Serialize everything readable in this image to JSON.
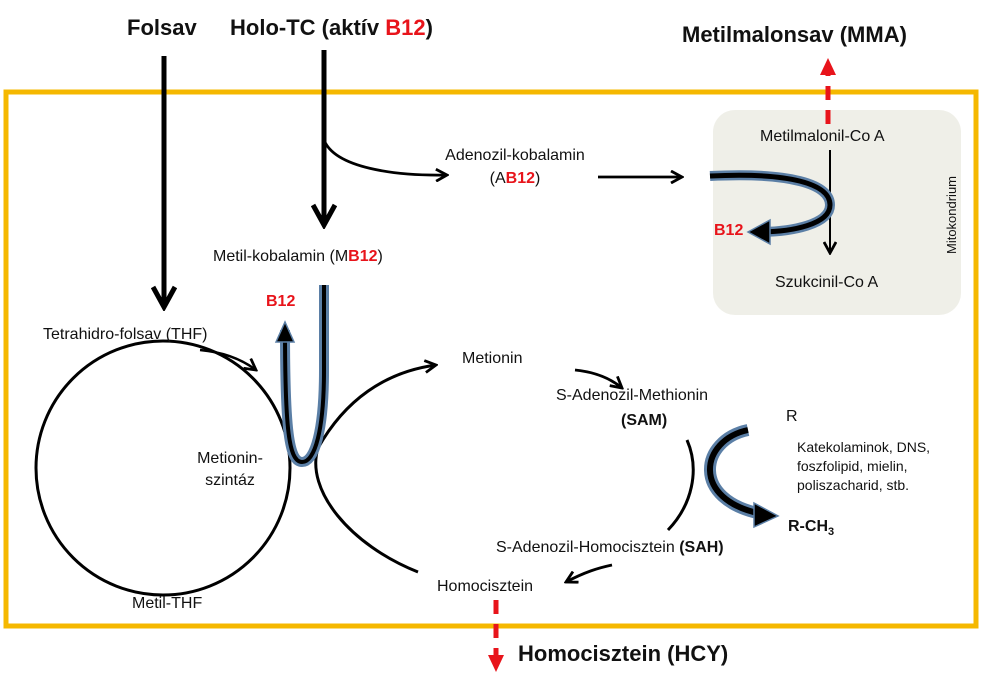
{
  "inputs": {
    "folsav": "Folsav",
    "holotc_prefix": "Holo-TC (aktív ",
    "holotc_b12": "B12",
    "holotc_suffix": ")"
  },
  "outputs": {
    "mma": "Metilmalonsav (MMA)",
    "hcy": "Homocisztein (HCY)"
  },
  "adenozil": {
    "line1": "Adenozil-kobalamin",
    "line2_prefix": "(A",
    "line2_b12": "B12",
    "line2_suffix": ")"
  },
  "metil_kobalamin": {
    "prefix": "Metil-kobalamin  (M",
    "b12": "B12",
    "suffix": ")"
  },
  "mitochondrion": {
    "label": "Mitokondrium",
    "metilmalonil": "Metilmalonil-Co A",
    "szukcinil": "Szukcinil-Co A",
    "b12": "B12"
  },
  "folate_cycle": {
    "thf": "Tetrahidro-folsav (THF)",
    "metil_thf": "Metil-THF",
    "enzyme_line1": "Metionin-",
    "enzyme_line2": "szintáz",
    "b12": "B12"
  },
  "methyl_cycle": {
    "metionin": "Metionin",
    "sam_name": "S-Adenozil-Methionin",
    "sam_abbr": "(SAM)",
    "sah_name": "S-Adenozil-Homocisztein ",
    "sah_abbr": "(SAH)",
    "homocisztein": "Homocisztein",
    "r": "R",
    "r_ch3_prefix": "R-CH",
    "r_ch3_sub": "3",
    "acceptors": [
      "Katekolaminok, DNS,",
      "foszfolipid, mielin,",
      "poliszacharid, stb."
    ]
  },
  "colors": {
    "cell_border": "#f5b800",
    "mito_fill": "#efefe8",
    "highlight_red": "#e8141b",
    "b12_arrow_outline": "#5b7fa6"
  }
}
